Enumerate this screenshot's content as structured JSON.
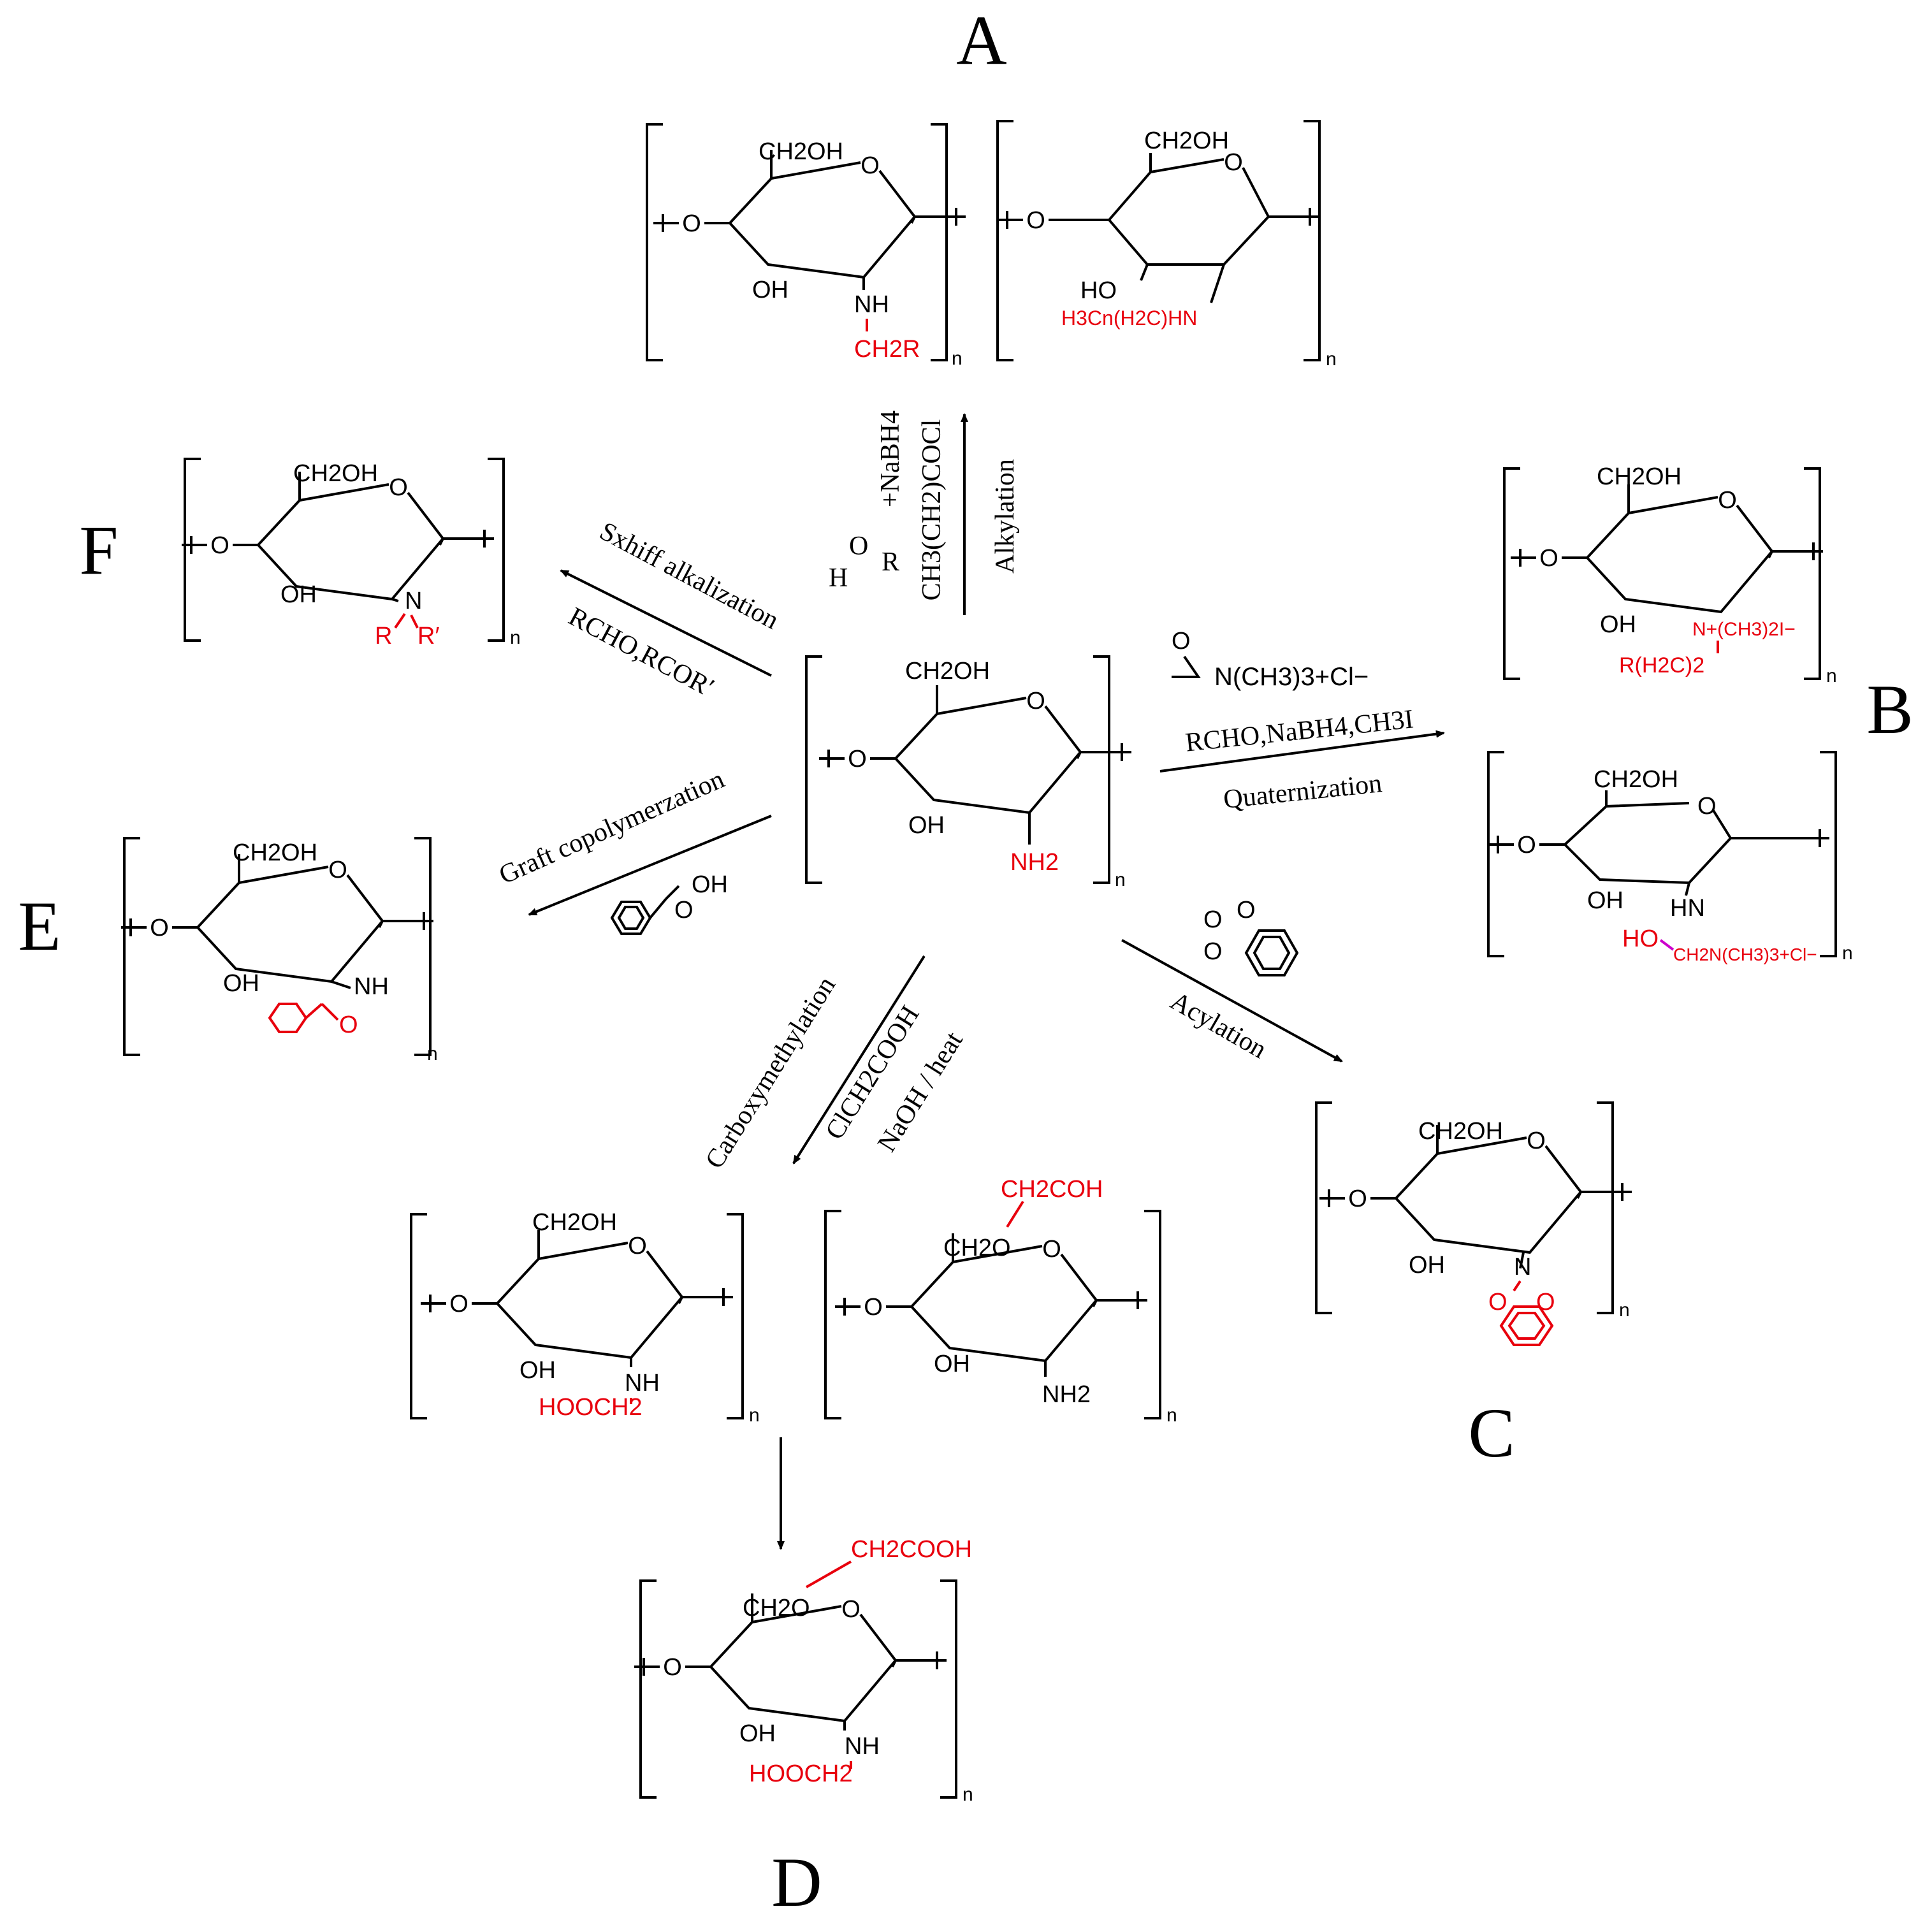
{
  "colors": {
    "main": "#000000",
    "highlight": "#e8000d",
    "magenta": "#cc00cc"
  },
  "letters": {
    "A": "A",
    "B": "B",
    "C": "C",
    "D": "D",
    "E": "E",
    "F": "F"
  },
  "common": {
    "ch2oh": "CH2OH",
    "oh": "OH",
    "o": "O",
    "n": "n"
  },
  "center": {
    "amine": "NH2"
  },
  "A": {
    "s1_nh": "NH",
    "s1_sub": "CH2R",
    "s2_ho": "HO",
    "s2_sub": "H3Cn(H2C)HN",
    "reagent1": "CH3(CH2)COCl",
    "reagent2": "+NaBH4",
    "reagent_h": "H",
    "reagent_r": "R",
    "reagent_o": "O",
    "label": "Alkylation"
  },
  "B": {
    "s1_n": "N+(CH3)2I−",
    "s1_sub": "R(H2C)2",
    "s2_hn": "HN",
    "s2_ho": "HO",
    "s2_sub": "CH2N(CH3)3+Cl−",
    "reagent_epoxy": "N(CH3)3+Cl−",
    "reagent2": "RCHO,NaBH4,CH3I",
    "label": "Quaternization"
  },
  "C": {
    "n": "N",
    "label": "Acylation"
  },
  "D": {
    "s1_nh": "NH",
    "s1_sub": "HOOCH2",
    "s2_top": "CH2COH",
    "s2_ch2o": "CH2O",
    "s2_nh2": "NH2",
    "f_top": "CH2COOH",
    "f_ch2o": "CH2O",
    "f_nh": "NH",
    "f_sub": "HOOCH2",
    "label": "Carboxymethylation",
    "reagent1": "ClCH2COOH",
    "reagent2": "NaOH / heat"
  },
  "E": {
    "nh": "NH",
    "o": "O",
    "label": "Graft copolymerzation",
    "reagent_oh": "OH",
    "reagent_o": "O"
  },
  "F": {
    "n": "N",
    "r": "R",
    "rp": "R′",
    "label": "Sxhiff alkalization",
    "reagent": "RCHO,RCOR′"
  }
}
